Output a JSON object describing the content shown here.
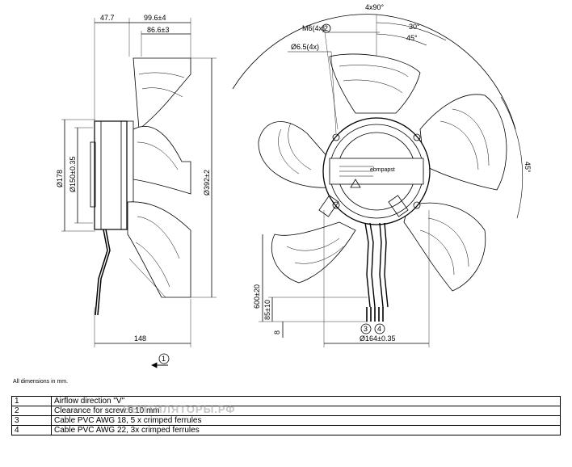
{
  "side_view": {
    "dims": {
      "d1": "47.7",
      "d2": "99.6±4",
      "d3": "86.6±3",
      "d4": "Ø178",
      "d5": "Ø150±0.35",
      "d6": "Ø392±2",
      "d7": "148"
    }
  },
  "front_view": {
    "dims": {
      "angle_top": "4x90°",
      "angle_30": "30°",
      "angle_45": "45°",
      "angle_side": "45°",
      "screw": "M6(4x)",
      "hole": "Ø6.5(4x)",
      "cable1": "600±20",
      "cable2": "85±10",
      "cable3": "8",
      "bolt_circle": "Ø164±0.35"
    },
    "markers": {
      "m1": "1",
      "m2": "2",
      "m3": "3",
      "m4": "4"
    },
    "brand": "ebmpapst"
  },
  "note": "All dimensions in mm.",
  "legend": [
    {
      "num": "1",
      "text": "Airflow direction \"V\""
    },
    {
      "num": "2",
      "text": "Clearance for screw 6 10 mm"
    },
    {
      "num": "3",
      "text": "Cable PVC AWG 18, 5 x crimped ferrules"
    },
    {
      "num": "4",
      "text": "Cable PVC AWG 22, 3x crimped ferrules"
    }
  ],
  "watermark": "ВЕНТИЛЯТОРЫ.РФ"
}
